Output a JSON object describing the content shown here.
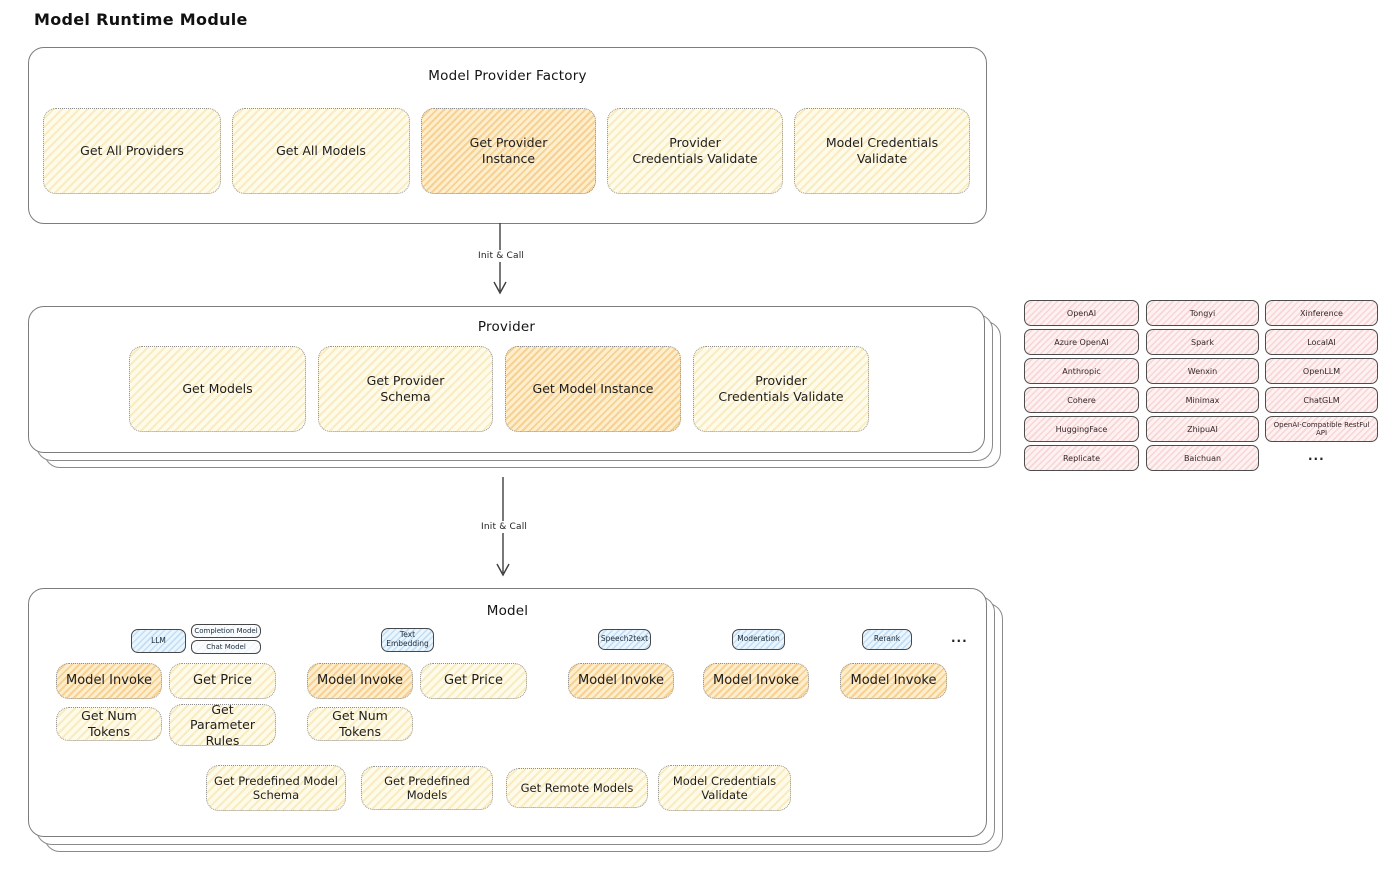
{
  "page": {
    "title": "Model Runtime Module"
  },
  "flow": {
    "arrow1_label": "Init & Call",
    "arrow2_label": "Init & Call"
  },
  "factory": {
    "title": "Model Provider Factory",
    "items": [
      "Get All Providers",
      "Get All Models",
      "Get Provider Instance",
      "Provider Credentials Validate",
      "Model Credentials Validate"
    ]
  },
  "provider": {
    "title": "Provider",
    "items": [
      "Get Models",
      "Get Provider Schema",
      "Get Model Instance",
      "Provider Credentials Validate"
    ]
  },
  "vendors": {
    "col1": [
      "OpenAI",
      "Azure OpenAI",
      "Anthropic",
      "Cohere",
      "HuggingFace",
      "Replicate"
    ],
    "col2": [
      "Tongyi",
      "Spark",
      "Wenxin",
      "Minimax",
      "ZhipuAI",
      "Baichuan"
    ],
    "col3": [
      "Xinference",
      "LocalAI",
      "OpenLLM",
      "ChatGLM",
      "OpenAI-Compatible RestFul API"
    ],
    "more": "..."
  },
  "model": {
    "title": "Model",
    "tags": {
      "llm": "LLM",
      "completion": "Completion Model",
      "chat": "Chat Model",
      "text_embedding": "Text Embedding",
      "speech2text": "Speech2text",
      "moderation": "Moderation",
      "rerank": "Rerank",
      "more": "..."
    },
    "functions": {
      "model_invoke": "Model Invoke",
      "get_price": "Get Price",
      "get_num_tokens": "Get Num Tokens",
      "get_parameter_rules": "Get Parameter Rules"
    },
    "bottom": [
      "Get Predefined Model Schema",
      "Get Predefined Models",
      "Get Remote Models",
      "Model Credentials Validate"
    ]
  }
}
